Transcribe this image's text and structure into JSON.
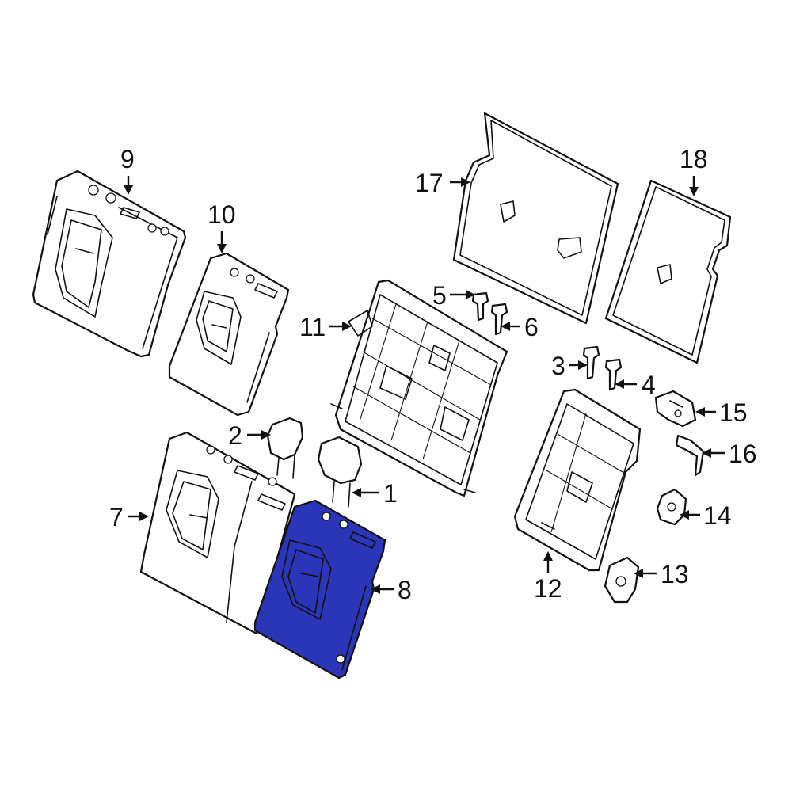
{
  "highlight_color": "#2a35b8",
  "callouts": [
    {
      "id": "c1",
      "label": "1"
    },
    {
      "id": "c2",
      "label": "2"
    },
    {
      "id": "c3",
      "label": "3"
    },
    {
      "id": "c4",
      "label": "4"
    },
    {
      "id": "c5",
      "label": "5"
    },
    {
      "id": "c6",
      "label": "6"
    },
    {
      "id": "c7",
      "label": "7"
    },
    {
      "id": "c8",
      "label": "8"
    },
    {
      "id": "c9",
      "label": "9"
    },
    {
      "id": "c10",
      "label": "10"
    },
    {
      "id": "c11",
      "label": "11"
    },
    {
      "id": "c12",
      "label": "12"
    },
    {
      "id": "c13",
      "label": "13"
    },
    {
      "id": "c14",
      "label": "14"
    },
    {
      "id": "c15",
      "label": "15"
    },
    {
      "id": "c16",
      "label": "16"
    },
    {
      "id": "c17",
      "label": "17"
    },
    {
      "id": "c18",
      "label": "18"
    }
  ],
  "highlighted_part": "8"
}
